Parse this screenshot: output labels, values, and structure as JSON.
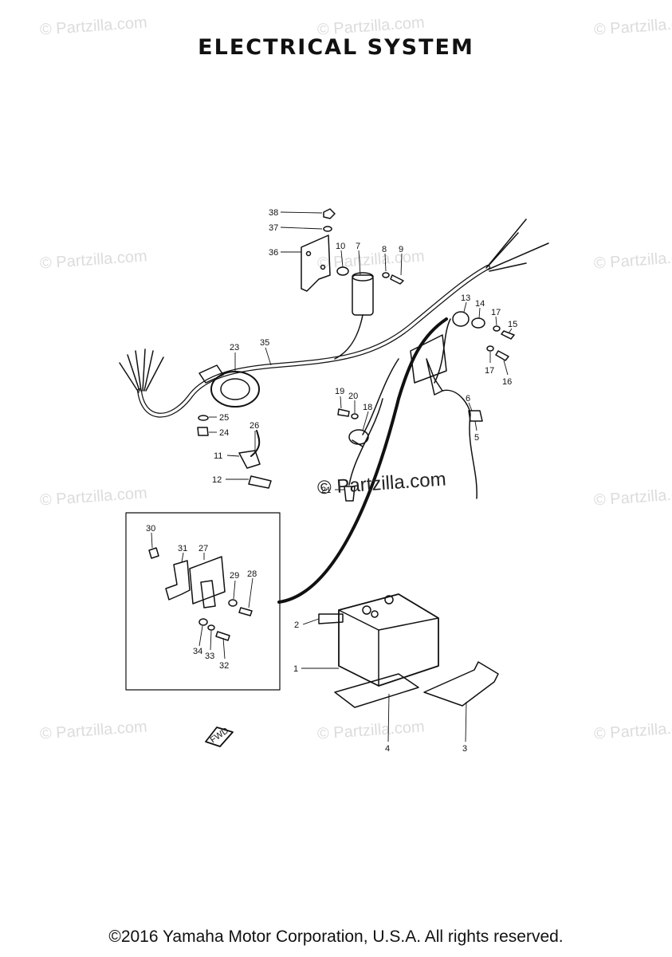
{
  "title": "ELECTRICAL  SYSTEM",
  "footer": "©2016 Yamaha Motor Corporation, U.S.A. All rights reserved.",
  "watermark": "© Partzilla.com",
  "watermark_center": "© Partzilla.com",
  "fwd_label": "FWD",
  "callouts": [
    "1",
    "2",
    "3",
    "4",
    "5",
    "6",
    "7",
    "8",
    "9",
    "10",
    "11",
    "12",
    "13",
    "14",
    "15",
    "16",
    "17",
    "17",
    "18",
    "19",
    "20",
    "21",
    "23",
    "24",
    "25",
    "26",
    "27",
    "28",
    "29",
    "30",
    "31",
    "32",
    "33",
    "34",
    "35",
    "36",
    "37",
    "38"
  ]
}
